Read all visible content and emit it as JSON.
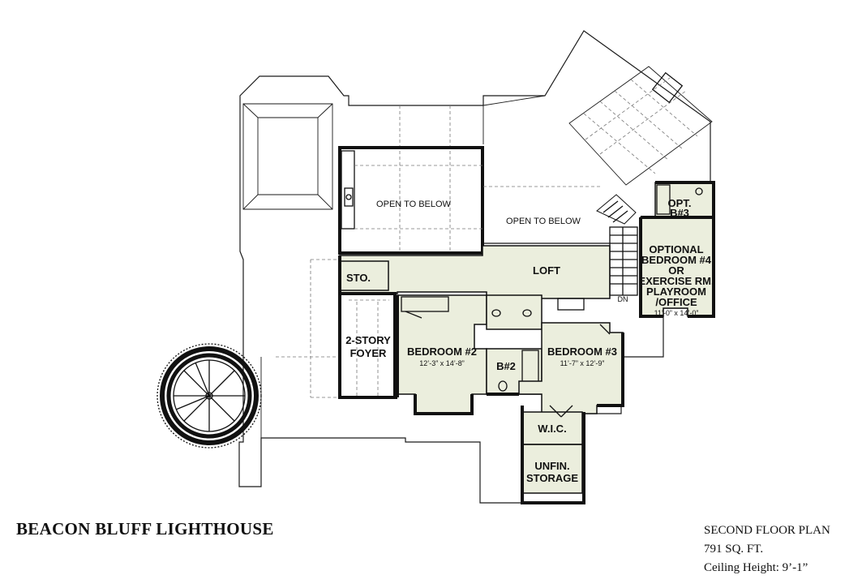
{
  "plan_name": "BEACON BLUFF LIGHTHOUSE",
  "info": {
    "floor": "SECOND FLOOR PLAN",
    "area": "791 SQ. FT.",
    "ceiling": "Ceiling Height: 9’-1”"
  },
  "labels": {
    "open1": "OPEN TO BELOW",
    "open2": "OPEN TO BELOW",
    "loft": "LOFT",
    "sto": "STO.",
    "foyer1": "2-STORY",
    "foyer2": "FOYER",
    "bed2": "BEDROOM #2",
    "bed2_dim": "12’-3” x 14’-8”",
    "b2": "B#2",
    "bed3": "BEDROOM #3",
    "bed3_dim": "11’-7” x 12’-9”",
    "opt1": "OPT.",
    "opt2": "B#3",
    "ob1": "OPTIONAL",
    "ob2": "BEDROOM #4",
    "ob3": "OR",
    "ob4": "EXERCISE RM.",
    "ob5": "PLAYROOM",
    "ob6": "/OFFICE",
    "ob_dim": "11’-0” x 14’-0”",
    "dn": "DN",
    "wic": "W.I.C.",
    "unfin1": "UNFIN.",
    "unfin2": "STORAGE"
  }
}
